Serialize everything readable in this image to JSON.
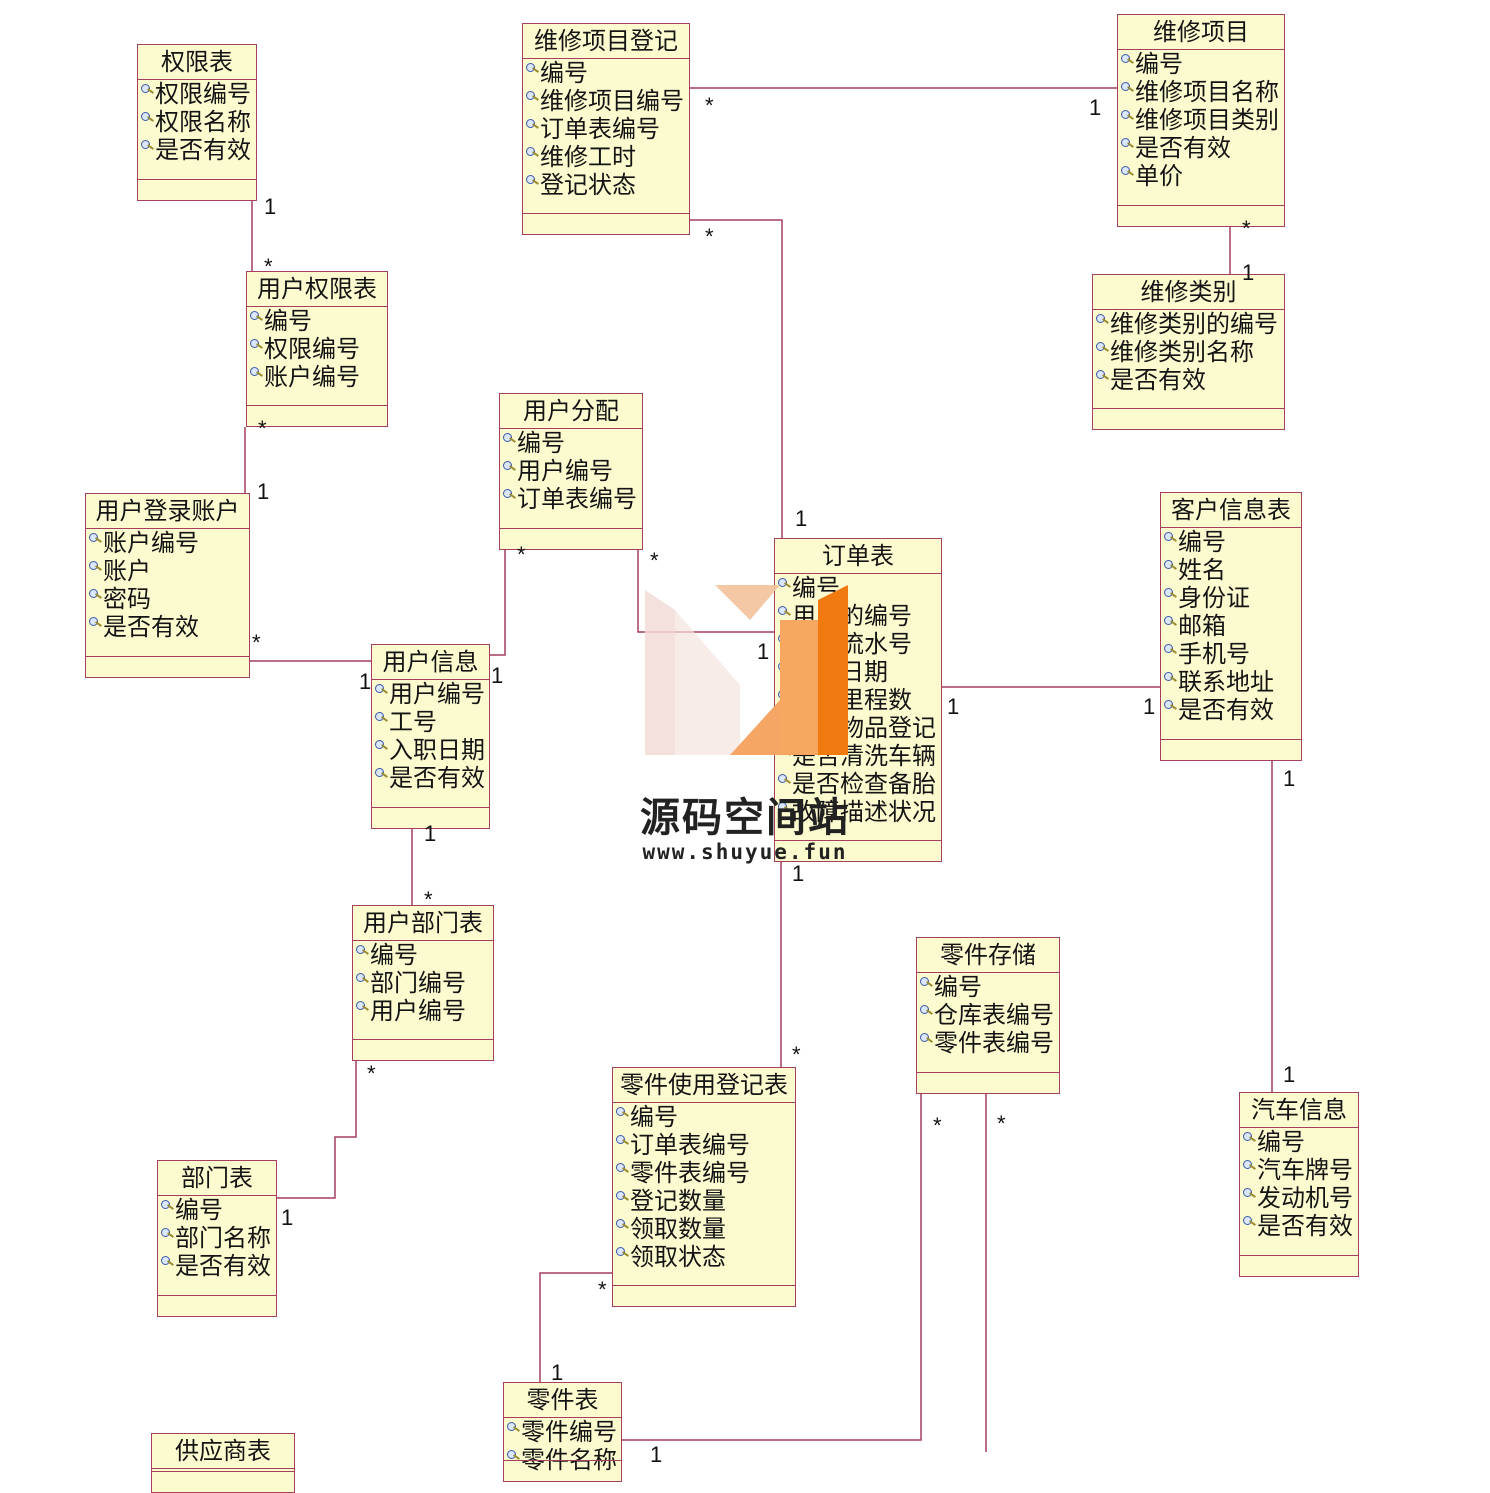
{
  "classes": {
    "permission": {
      "title": "权限表",
      "attrs": [
        "权限编号",
        "权限名称",
        "是否有效"
      ]
    },
    "repair_register": {
      "title": "维修项目登记",
      "attrs": [
        "编号",
        "维修项目编号",
        "订单表编号",
        "维修工时",
        "登记状态"
      ]
    },
    "repair_item": {
      "title": "维修项目",
      "attrs": [
        "编号",
        "维修项目名称",
        "维修项目类别",
        "是否有效",
        "单价"
      ]
    },
    "user_permission": {
      "title": "用户权限表",
      "attrs": [
        "编号",
        "权限编号",
        "账户编号"
      ]
    },
    "repair_category": {
      "title": "维修类别",
      "attrs": [
        "维修类别的编号",
        "维修类别名称",
        "是否有效"
      ]
    },
    "user_assign": {
      "title": "用户分配",
      "attrs": [
        "编号",
        "用户编号",
        "订单表编号"
      ]
    },
    "login_account": {
      "title": "用户登录账户",
      "attrs": [
        "账户编号",
        "账户",
        "密码",
        "是否有效"
      ]
    },
    "order": {
      "title": "订单表",
      "attrs": [
        "编号",
        "用户的编号",
        "订单流水号",
        "订单日期",
        "订单里程数",
        "车内物品登记",
        "是否清洗车辆",
        "是否检查备胎",
        "故障描述状况"
      ]
    },
    "customer": {
      "title": "客户信息表",
      "attrs": [
        "编号",
        "姓名",
        "身份证",
        "邮箱",
        "手机号",
        "联系地址",
        "是否有效"
      ]
    },
    "user_info": {
      "title": "用户信息",
      "attrs": [
        "用户编号",
        "工号",
        "入职日期",
        "是否有效"
      ]
    },
    "user_dept": {
      "title": "用户部门表",
      "attrs": [
        "编号",
        "部门编号",
        "用户编号"
      ]
    },
    "part_storage": {
      "title": "零件存储",
      "attrs": [
        "编号",
        "仓库表编号",
        "零件表编号"
      ]
    },
    "part_usage": {
      "title": "零件使用登记表",
      "attrs": [
        "编号",
        "订单表编号",
        "零件表编号",
        "登记数量",
        "领取数量",
        "领取状态"
      ]
    },
    "car": {
      "title": "汽车信息",
      "attrs": [
        "编号",
        "汽车牌号",
        "发动机号",
        "是否有效"
      ]
    },
    "department": {
      "title": "部门表",
      "attrs": [
        "编号",
        "部门名称",
        "是否有效"
      ]
    },
    "part": {
      "title": "零件表",
      "attrs": [
        "零件编号",
        "零件名称"
      ]
    },
    "supplier": {
      "title": "供应商表",
      "attrs": []
    }
  },
  "multiplicities": {
    "m1": "1",
    "m2": "*",
    "m3": "*",
    "m4": "1",
    "m5": "*",
    "m6": "1",
    "m7": "*",
    "m8": "1",
    "m9": "*",
    "m10": "*",
    "m11": "1",
    "m12": "*",
    "m13": "1",
    "m14": "1",
    "m15": "1",
    "m16": "1",
    "m17": "1",
    "m18": "1",
    "m19": "1",
    "m20": "*",
    "m21": "1",
    "m22": "*",
    "m23": "*",
    "m24": "1",
    "m25": "*",
    "m26": "*",
    "m27": "*",
    "m28": "1",
    "m29": "*",
    "m30": "1",
    "m31": "1"
  },
  "watermark": {
    "name": "源码空间站",
    "url": "www.shuyue.fun"
  },
  "colors": {
    "box_fill": "#fcfbcf",
    "box_border": "#a63e5e",
    "line": "#a63e5e"
  }
}
